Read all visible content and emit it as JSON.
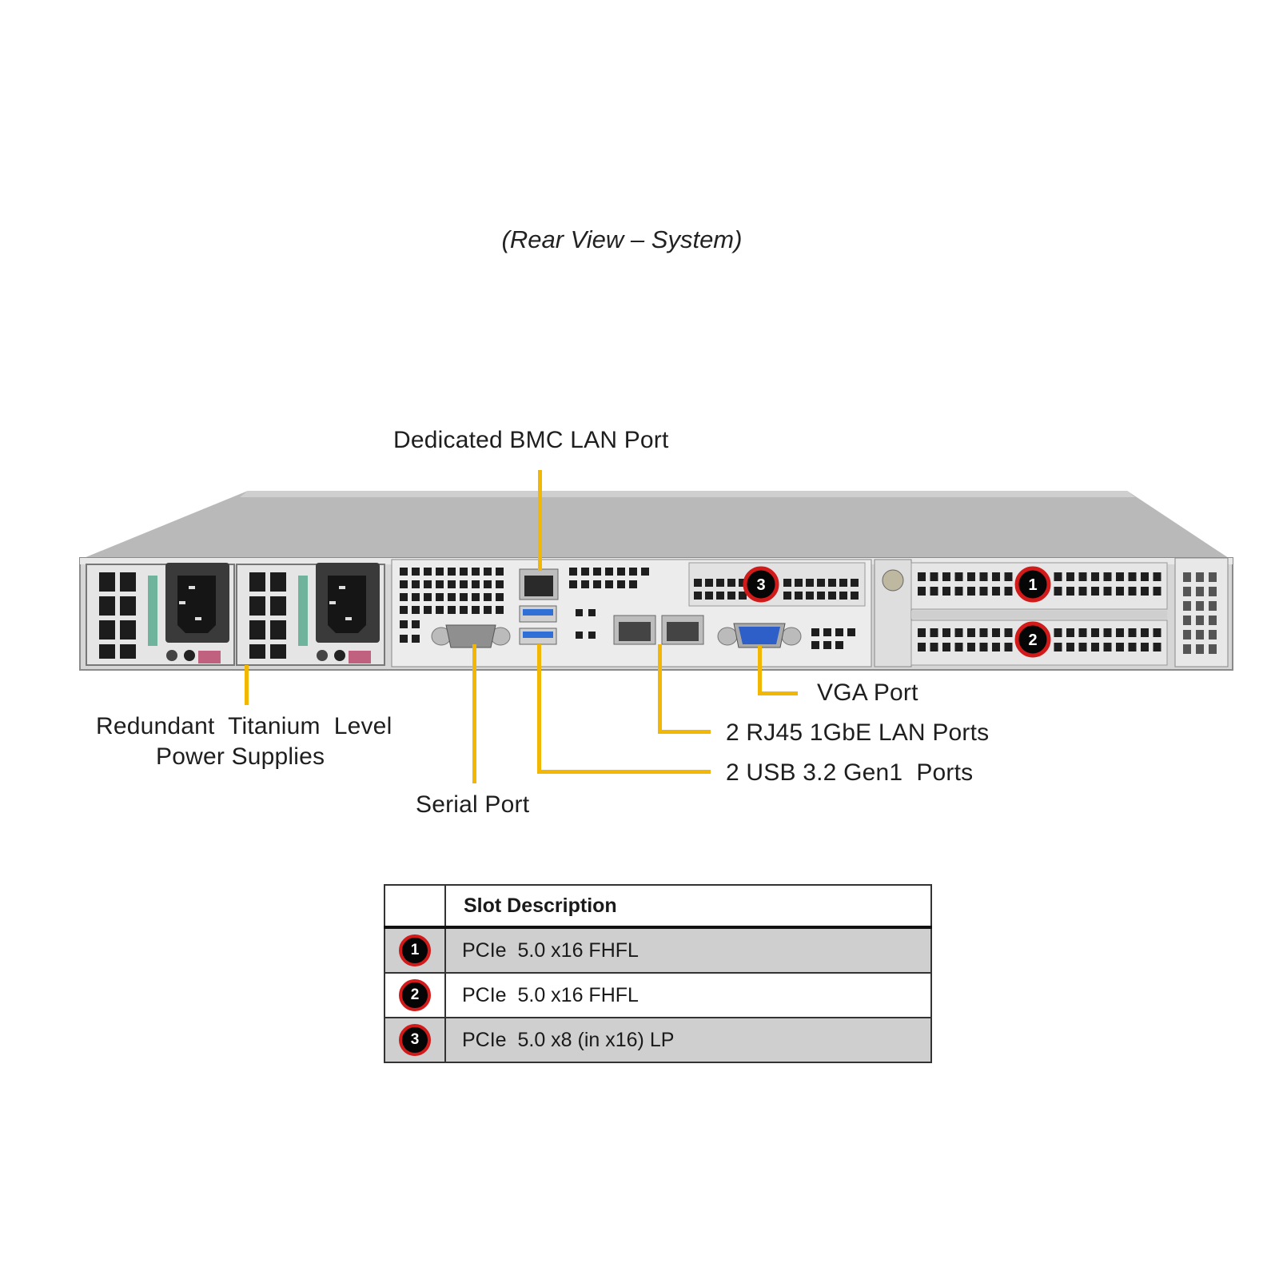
{
  "caption": "(Rear View – System)",
  "callouts": {
    "bmc_lan": "Dedicated BMC LAN Port",
    "psu_line1": "Redundant  Titanium  Level",
    "psu_line2": "Power Supplies",
    "serial": "Serial Port",
    "usb": "2 USB 3.2 Gen1  Ports",
    "lan": "2 RJ45 1GbE LAN Ports",
    "vga": "VGA Port"
  },
  "slot_badges": [
    "1",
    "2",
    "3"
  ],
  "table": {
    "header_blank": "",
    "header": "Slot Description",
    "rows": [
      {
        "slot": "1",
        "description": "PCIe  5.0 x16 FHFL"
      },
      {
        "slot": "2",
        "description": "PCIe  5.0 x16 FHFL"
      },
      {
        "slot": "3",
        "description": "PCIe  5.0 x8 (in x16) LP"
      }
    ]
  },
  "colors": {
    "leader": "#f2b705",
    "badge_ring": "#d11a1a",
    "chassis": "#c9c9c9"
  }
}
